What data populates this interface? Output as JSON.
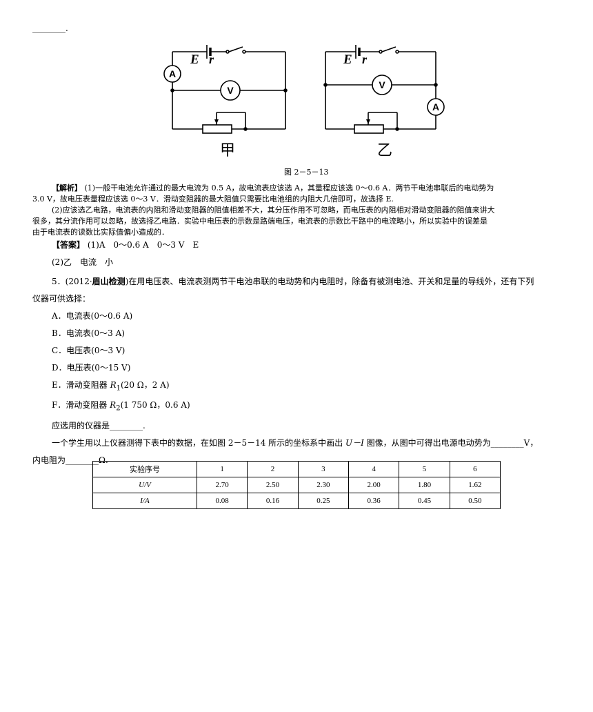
{
  "top_blank": "________.",
  "circuit_jia": {
    "label": "甲",
    "e": "E",
    "r": "r",
    "ammeter": "A",
    "voltmeter": "V"
  },
  "circuit_yi": {
    "label": "乙",
    "e": "E",
    "r": "r",
    "ammeter": "A",
    "voltmeter": "V"
  },
  "figure_caption": "图 2－5－13",
  "analysis": {
    "tag": "【解析】",
    "p1_line1": "(1)一般干电池允许通过的最大电流为 0.5 A，故电流表应该选 A，其量程应该选 0～0.6 A．两节干电池串联后的电动势为",
    "p1_line2": "3.0 V，故电压表量程应该选 0～3 V．滑动变阻器的最大阻值只需要比电池组的内阻大几倍即可，故选择 E.",
    "p2_line1": "(2)应该选乙电路，电流表的内阻和滑动变阻器的阻值相差不大，其分压作用不可忽略，而电压表的内阻相对滑动变阻器的阻值来讲大",
    "p2_line2": "很多，其分流作用可以忽略，故选择乙电路．实验中电压表的示数是路端电压，电流表的示数比干路中的电流略小，所以实验中的误差是",
    "p2_line3": "由于电流表的读数比实际值偏小造成的．"
  },
  "answer": {
    "tag": "【答案】",
    "line1": "(1)A　0～0.6 A　0～3 V　E",
    "line2": "(2)乙　电流　小"
  },
  "question5": {
    "intro_prefix": "5．(2012·",
    "intro_source": "眉山检测",
    "intro_line1_rest": ")在用电压表、电流表测两节干电池串联的电动势和内电阻时，除备有被测电池、开关和足量的导线外，还有下列",
    "intro_line2": "仪器可供选择：",
    "options": [
      "A．电流表(0～0.6 A)",
      "B．电流表(0～3 A)",
      "C．电压表(0～3 V)",
      "D．电压表(0～15 V)"
    ],
    "option_e_prefix": "E．滑动变阻器 ",
    "option_e_var": "R",
    "option_e_sub": "1",
    "option_e_rest": "(20 Ω，2 A)",
    "option_f_prefix": "F．滑动变阻器 ",
    "option_f_var": "R",
    "option_f_sub": "2",
    "option_f_rest": "(1 750 Ω，0.6 A)",
    "select_line": "应选用的仪器是________.",
    "data_line1_a": "一个学生用以上仪器测得下表中的数据，在如图 2－5－14 所示的坐标系中画出 ",
    "data_line1_ui": "U－I",
    "data_line1_b": " 图像，从图中可得出电源电动势为________V，",
    "data_line2": "内电阻为________Ω."
  },
  "table": {
    "headers": [
      "实验序号",
      "1",
      "2",
      "3",
      "4",
      "5",
      "6"
    ],
    "row_u_label": "U/V",
    "row_u": [
      "2.70",
      "2.50",
      "2.30",
      "2.00",
      "1.80",
      "1.62"
    ],
    "row_i_label": "I/A",
    "row_i": [
      "0.08",
      "0.16",
      "0.25",
      "0.36",
      "0.45",
      "0.50"
    ]
  }
}
